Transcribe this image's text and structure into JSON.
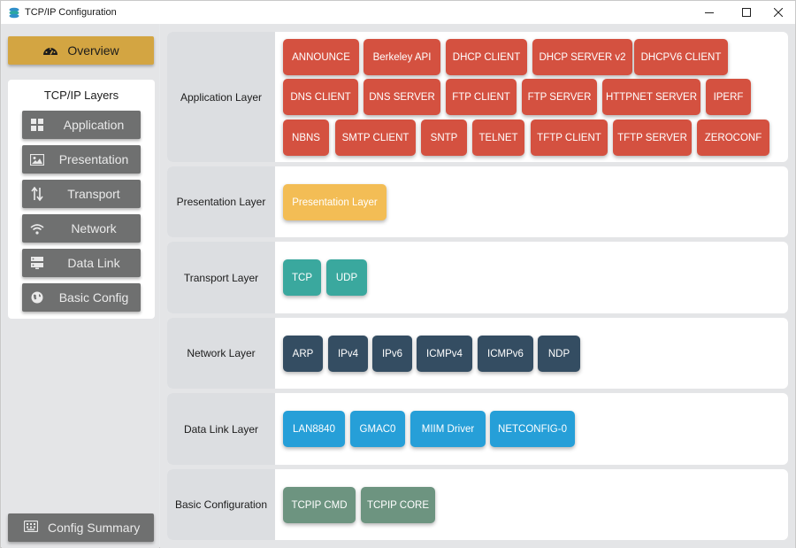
{
  "window": {
    "title": "TCP/IP Configuration"
  },
  "sidebar": {
    "overview_label": "Overview",
    "layers_title": "TCP/IP Layers",
    "items": [
      {
        "label": "Application",
        "icon": "grid-icon"
      },
      {
        "label": "Presentation",
        "icon": "image-icon"
      },
      {
        "label": "Transport",
        "icon": "updown-arrows-icon"
      },
      {
        "label": "Network",
        "icon": "wifi-icon"
      },
      {
        "label": "Data Link",
        "icon": "server-icon"
      },
      {
        "label": "Basic Config",
        "icon": "globe-icon"
      }
    ],
    "summary_label": "Config Summary"
  },
  "colors": {
    "application": "#d45140",
    "presentation": "#f3bd55",
    "transport": "#3aa89e",
    "network": "#344d62",
    "datalink": "#269fd8",
    "basic": "#6d9480",
    "overview": "#d3a542",
    "nav": "#6f7070"
  },
  "layers": [
    {
      "label": "Application Layer",
      "modules": [
        "ANNOUNCE",
        "Berkeley API",
        "DHCP CLIENT",
        "DHCP SERVER v2",
        "DHCPV6 CLIENT",
        "DNS CLIENT",
        "DNS SERVER",
        "FTP CLIENT",
        "FTP SERVER",
        "HTTPNET SERVER",
        "IPERF",
        "NBNS",
        "SMTP CLIENT",
        "SNTP",
        "TELNET",
        "TFTP CLIENT",
        "TFTP SERVER",
        "ZEROCONF"
      ]
    },
    {
      "label": "Presentation Layer",
      "modules": [
        "Presentation Layer"
      ]
    },
    {
      "label": "Transport Layer",
      "modules": [
        "TCP",
        "UDP"
      ]
    },
    {
      "label": "Network Layer",
      "modules": [
        "ARP",
        "IPv4",
        "IPv6",
        "ICMPv4",
        "ICMPv6",
        "NDP"
      ]
    },
    {
      "label": "Data Link Layer",
      "modules": [
        "LAN8840",
        "GMAC0",
        "MIIM Driver",
        "NETCONFIG-0"
      ]
    },
    {
      "label": "Basic Configuration",
      "modules": [
        "TCPIP CMD",
        "TCPIP CORE"
      ]
    }
  ]
}
